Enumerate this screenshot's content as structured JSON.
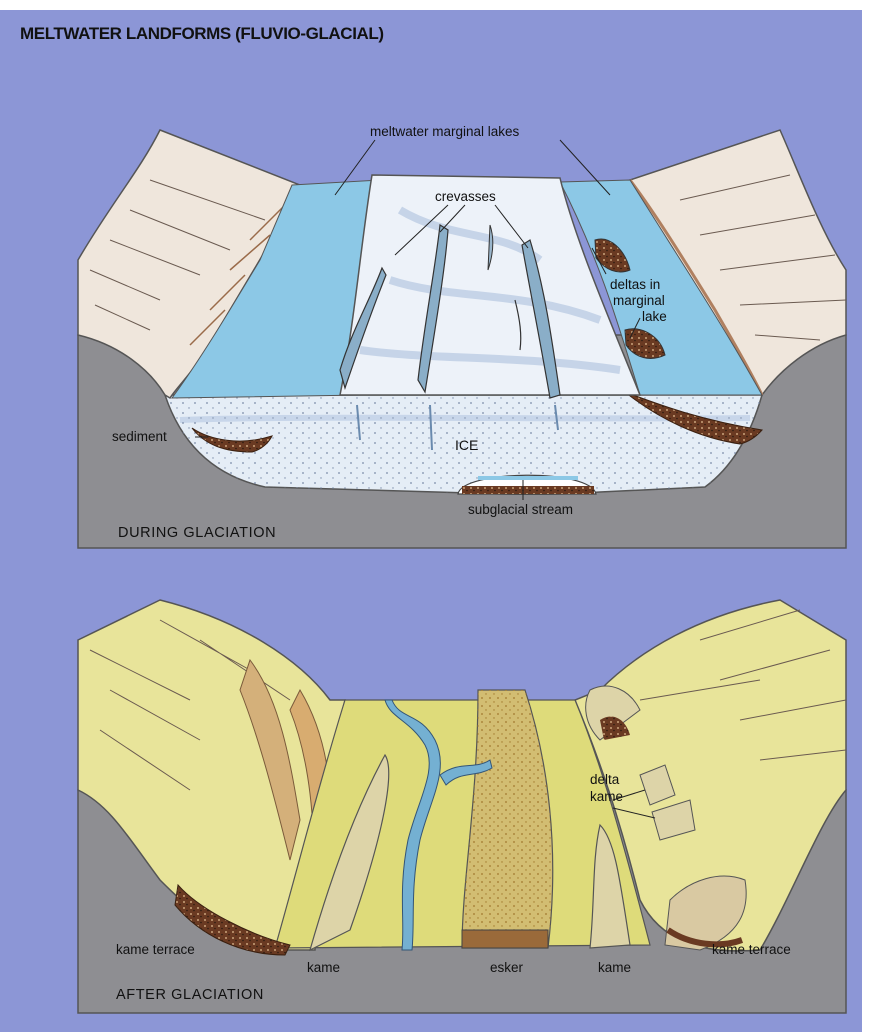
{
  "title": "MELTWATER LANDFORMS (FLUVIO-GLACIAL)",
  "colors": {
    "background": "#8c96d6",
    "rock": "#8e8e92",
    "cliff": "#efe6dc",
    "water": "#8cc8e6",
    "ice": "#e8eef6",
    "sediment": "#6a3a22",
    "vegetation": "#e4e08a",
    "esker": "#d2bd72",
    "river": "#74b0d2"
  },
  "top_panel": {
    "caption": "DURING GLACIATION",
    "labels": {
      "meltwater_lakes": "meltwater marginal lakes",
      "crevasses": "crevasses",
      "deltas_line1": "deltas in",
      "deltas_line2": "marginal",
      "deltas_line3": "lake",
      "sediment": "sediment",
      "ice": "ICE",
      "subglacial_stream": "subglacial stream"
    }
  },
  "bottom_panel": {
    "caption": "AFTER GLACIATION",
    "labels": {
      "kame_terrace_left": "kame terrace",
      "kame_left": "kame",
      "esker": "esker",
      "kame_right": "kame",
      "kame_terrace_right": "kame terrace",
      "delta_kame_line1": "delta",
      "delta_kame_line2": "kame"
    }
  }
}
